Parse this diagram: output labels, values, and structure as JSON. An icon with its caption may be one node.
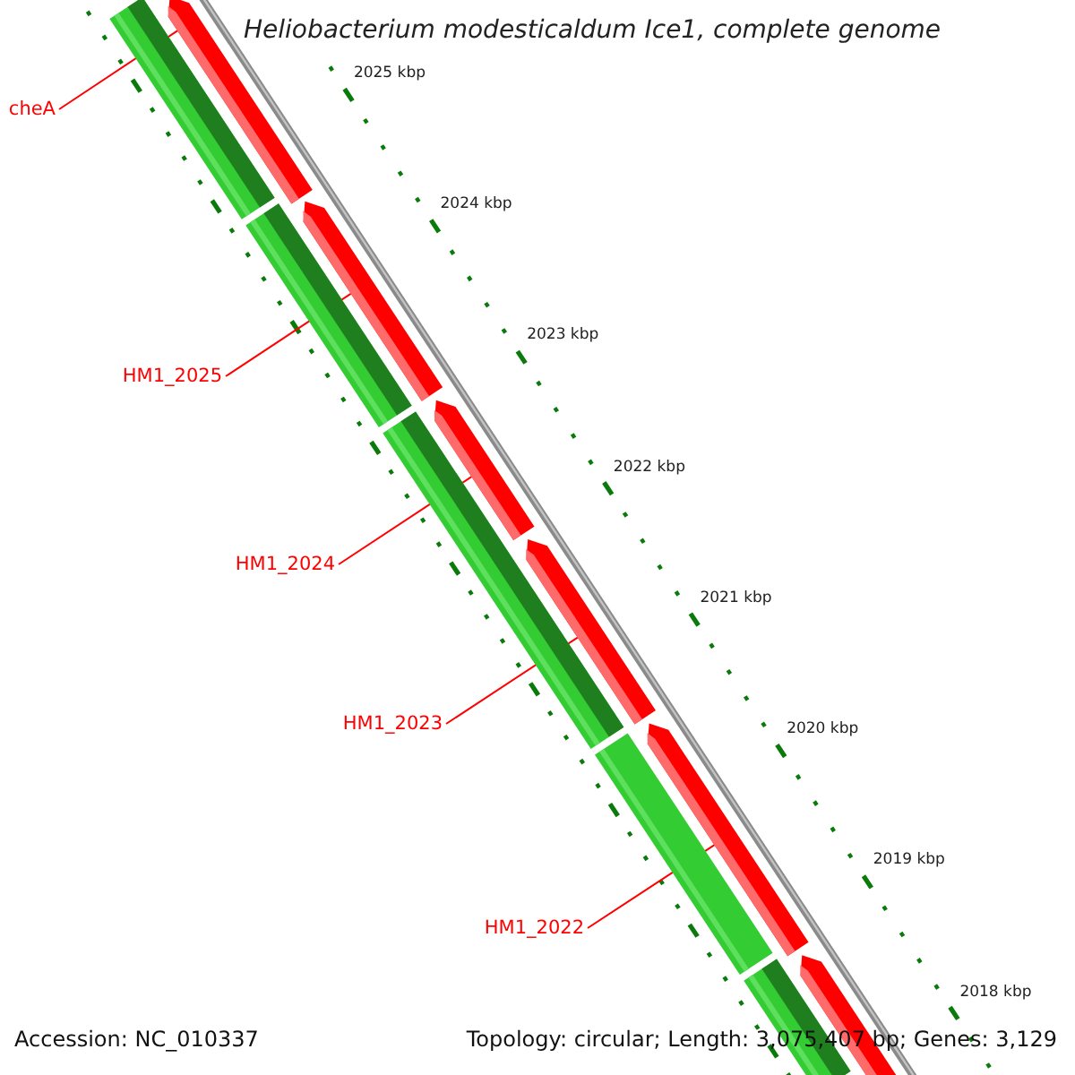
{
  "diagram": {
    "title": "Heliobacterium modesticaldum Ice1, complete genome",
    "nodes": [
      {
        "text": [
          "cheA"
        ]
      },
      {
        "text": [
          "HM1_2025"
        ]
      },
      {
        "text": [
          "HM1_2024"
        ]
      },
      {
        "text": [
          "HM1_2023"
        ]
      },
      {
        "text": [
          "HM1_2022"
        ]
      },
      {
        "text": [],
        "shape": "arrow"
      },
      {
        "text": [],
        "shape": "arrow"
      },
      {
        "text": [],
        "shape": "arrow"
      },
      {
        "text": [],
        "shape": "arrow"
      },
      {
        "text": [],
        "shape": "arrow"
      },
      {
        "text": [],
        "shape": "arrow"
      },
      {
        "text": [],
        "shape": "bar"
      },
      {
        "text": [],
        "shape": "bar"
      },
      {
        "text": [],
        "shape": "bar"
      },
      {
        "text": [],
        "shape": "bar"
      },
      {
        "text": [],
        "shape": "bar"
      }
    ],
    "edges": [
      {
        "from": 0,
        "to": 5,
        "arrow": "none"
      },
      {
        "from": 1,
        "to": 6,
        "arrow": "none"
      },
      {
        "from": 2,
        "to": 7,
        "arrow": "none"
      },
      {
        "from": 3,
        "to": 8,
        "arrow": "none"
      },
      {
        "from": 4,
        "to": 9,
        "arrow": "none"
      }
    ],
    "labels": [
      "2025 kbp",
      "2024 kbp",
      "2023 kbp",
      "2022 kbp",
      "2021 kbp",
      "2020 kbp",
      "2019 kbp",
      "2018 kbp",
      "Accession: NC_010337",
      "Topology: circular; Length: 3,075,407 bp; Genes: 3,129"
    ]
  }
}
